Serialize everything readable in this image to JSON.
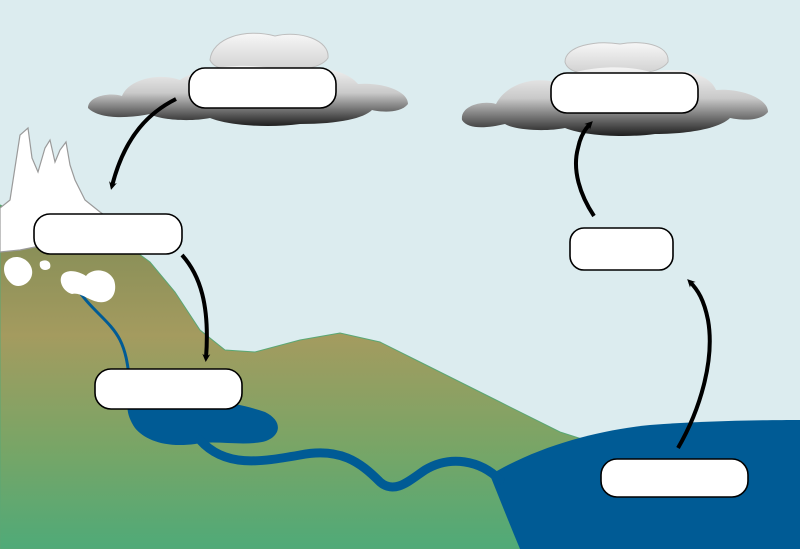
{
  "diagram": {
    "labels": [
      {
        "id": "cloud-left-box",
        "text": ""
      },
      {
        "id": "cloud-right-box",
        "text": ""
      },
      {
        "id": "mountain-box",
        "text": ""
      },
      {
        "id": "lake-box",
        "text": ""
      },
      {
        "id": "air-box",
        "text": ""
      },
      {
        "id": "ocean-box",
        "text": ""
      }
    ]
  },
  "colors": {
    "sky": "#dcecef",
    "hill_top": "#8e955c",
    "hill_mid": "#a29b5f",
    "hill_bottom": "#5aa774",
    "water": "#005b95",
    "snow": "#ffffff",
    "cloud_dark": "#555555",
    "cloud_light": "#f2f2f2",
    "arrow": "#000000",
    "label_fill": "#ffffff",
    "label_stroke": "#000000"
  }
}
